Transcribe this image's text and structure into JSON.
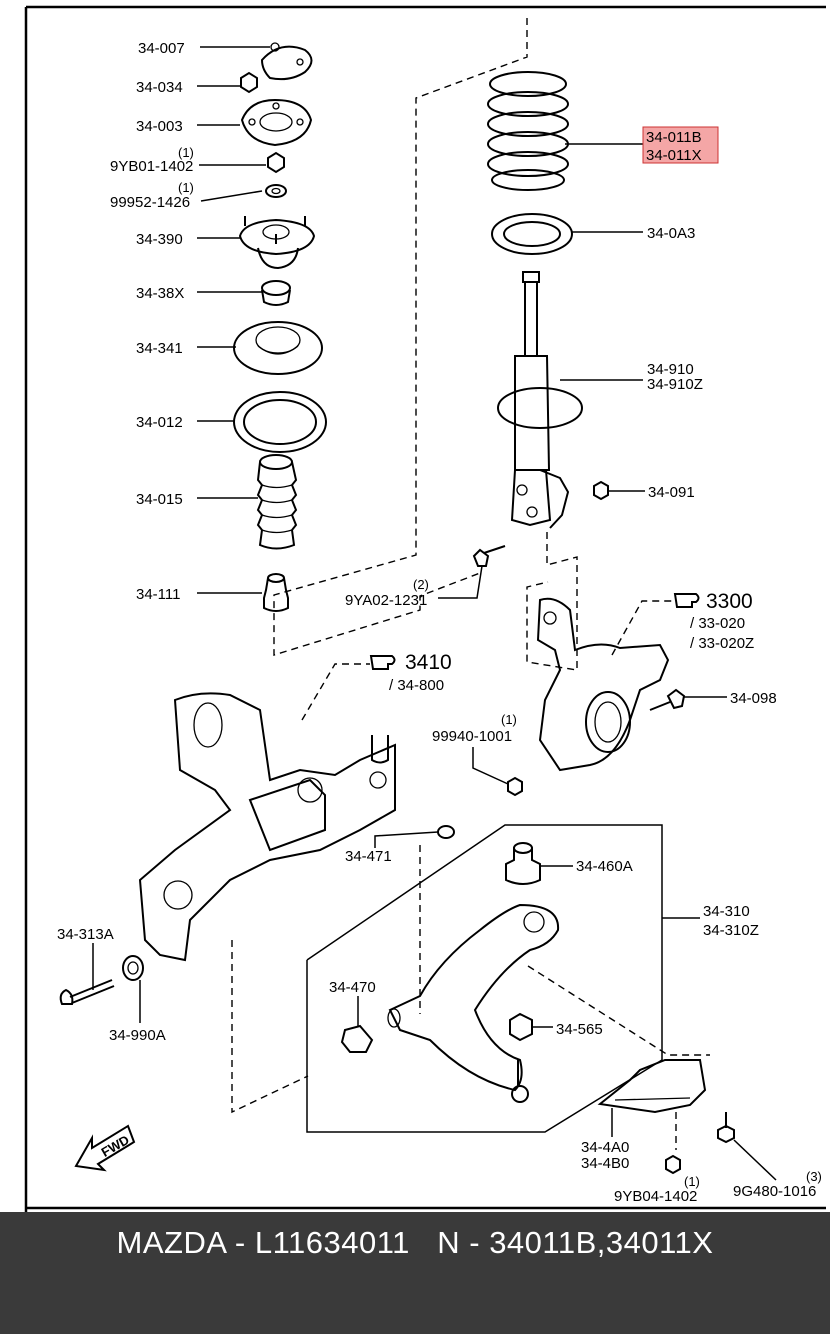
{
  "diagram": {
    "labels": {
      "p34007": "34-007",
      "p34034": "34-034",
      "p34003": "34-003",
      "q1a": "(1)",
      "p9yb011402": "9YB01-1402",
      "q1b": "(1)",
      "p999521426": "99952-1426",
      "p34390": "34-390",
      "p3438x": "34-38X",
      "p34341": "34-341",
      "p34012": "34-012",
      "p34015": "34-015",
      "p34111": "34-111",
      "p34011b": "34-011B",
      "p34011x": "34-011X",
      "p340a3": "34-0A3",
      "p34910": "34-910",
      "p34910z": "34-910Z",
      "p34091": "34-091",
      "q2": "(2)",
      "p9ya021231": "9YA02-1231",
      "ref3300": "3300",
      "p33020": "/ 33-020",
      "p33020z": "/ 33-020Z",
      "ref3410": "3410",
      "p34800": "/ 34-800",
      "p34098": "34-098",
      "q1c": "(1)",
      "p999401001": "99940-1001",
      "p34471": "34-471",
      "p34460a": "34-460A",
      "p34310": "34-310",
      "p34310z": "34-310Z",
      "p34313a": "34-313A",
      "p34990a": "34-990A",
      "p34470": "34-470",
      "p34565": "34-565",
      "p344a0": "34-4A0",
      "p344b0": "34-4B0",
      "q1d": "(1)",
      "p9yb041402": "9YB04-1402",
      "q3": "(3)",
      "p9g4801016": "9G480-1016",
      "fwd": "FWD"
    },
    "highlight_color": "#f4a6a6"
  },
  "footer": {
    "text": "MAZDA - L11634011   N - 34011B,34011X",
    "background": "#3a3a3a"
  }
}
